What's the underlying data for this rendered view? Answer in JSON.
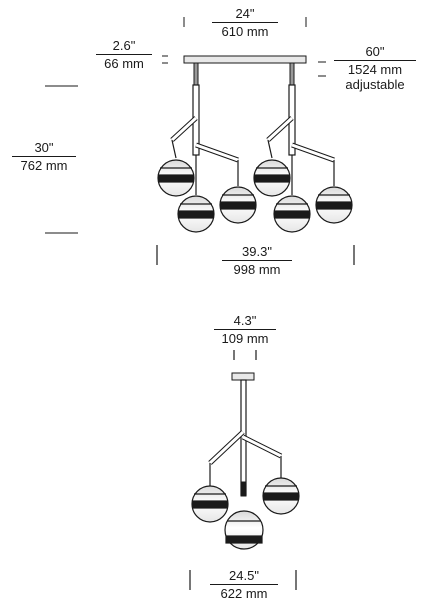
{
  "figures": {
    "multi": {
      "canopy_width": {
        "imperial": "24\"",
        "metric": "610 mm"
      },
      "canopy_height": {
        "imperial": "2.6\"",
        "metric": "66 mm"
      },
      "cable_length": {
        "imperial": "60\"",
        "metric": "1524 mm",
        "note": "adjustable"
      },
      "fixture_height": {
        "imperial": "30\"",
        "metric": "762 mm"
      },
      "overall_width": {
        "imperial": "39.3\"",
        "metric": "998 mm"
      }
    },
    "single": {
      "canopy_width": {
        "imperial": "4.3\"",
        "metric": "109 mm"
      },
      "overall_width": {
        "imperial": "24.5\"",
        "metric": "622 mm"
      }
    }
  }
}
